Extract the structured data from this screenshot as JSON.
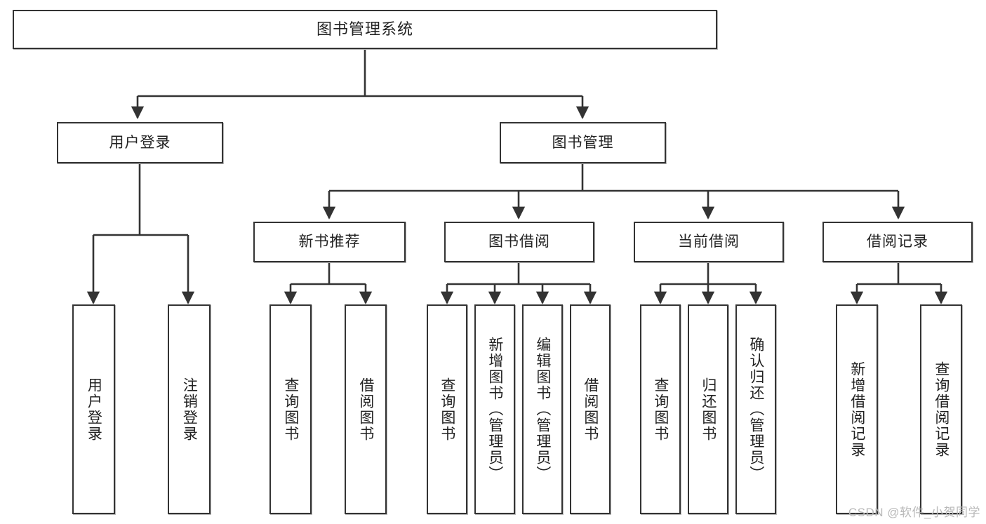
{
  "diagram": {
    "title": "图书管理系统",
    "type": "tree-hierarchy",
    "background_color": "#ffffff",
    "border_color": "#333333",
    "text_color": "#222222",
    "root": {
      "id": "root",
      "label": "图书管理系统"
    },
    "level1": [
      {
        "id": "user-login",
        "label": "用户登录"
      },
      {
        "id": "book-mgmt",
        "label": "图书管理"
      }
    ],
    "level2": [
      {
        "id": "new-book-rec",
        "label": "新书推荐",
        "parent": "book-mgmt"
      },
      {
        "id": "book-borrow",
        "label": "图书借阅",
        "parent": "book-mgmt"
      },
      {
        "id": "current-borrow",
        "label": "当前借阅",
        "parent": "book-mgmt"
      },
      {
        "id": "borrow-record",
        "label": "借阅记录",
        "parent": "book-mgmt"
      }
    ],
    "leaves": {
      "user-login": [
        {
          "id": "leaf-user-login",
          "label": "用户登录"
        },
        {
          "id": "leaf-user-logout",
          "label": "注销登录"
        }
      ],
      "new-book-rec": [
        {
          "id": "leaf-query-book-1",
          "label": "查询图书"
        },
        {
          "id": "leaf-borrow-book-1",
          "label": "借阅图书"
        }
      ],
      "book-borrow": [
        {
          "id": "leaf-query-book-2",
          "label": "查询图书"
        },
        {
          "id": "leaf-add-book",
          "label": "新增图书（管理员）"
        },
        {
          "id": "leaf-edit-book",
          "label": "编辑图书（管理员）"
        },
        {
          "id": "leaf-borrow-book-2",
          "label": "借阅图书"
        }
      ],
      "current-borrow": [
        {
          "id": "leaf-query-book-3",
          "label": "查询图书"
        },
        {
          "id": "leaf-return-book",
          "label": "归还图书"
        },
        {
          "id": "leaf-confirm-return",
          "label": "确认归还（管理员）"
        }
      ],
      "borrow-record": [
        {
          "id": "leaf-add-record",
          "label": "新增借阅记录"
        },
        {
          "id": "leaf-query-record",
          "label": "查询借阅记录"
        }
      ]
    }
  },
  "watermark": {
    "text": "CSDN @软件_小贺同学"
  }
}
